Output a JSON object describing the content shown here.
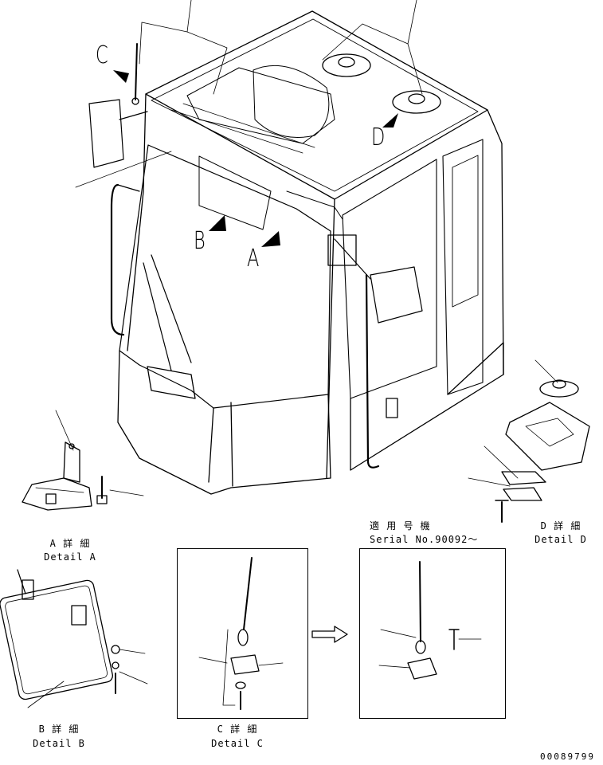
{
  "callouts": {
    "a": "A",
    "b": "B",
    "c": "C",
    "d": "D"
  },
  "details": {
    "a": {
      "jp": "A 詳 細",
      "en": "Detail A"
    },
    "b": {
      "jp": "B 詳 細",
      "en": "Detail B"
    },
    "c": {
      "jp": "C 詳 細",
      "en": "Detail C"
    },
    "d": {
      "jp": "D 詳 細",
      "en": "Detail D"
    }
  },
  "serial": {
    "jp": "適 用 号 機",
    "en": "Serial No.90092～"
  },
  "drawing_code": "00089799"
}
